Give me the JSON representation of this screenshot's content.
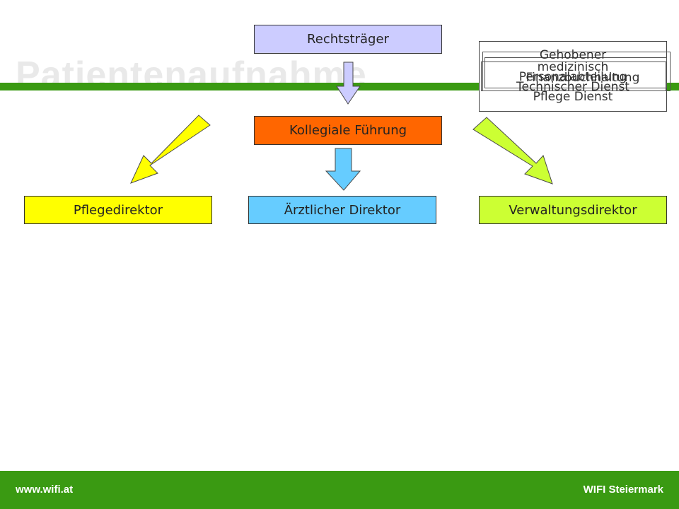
{
  "slide": {
    "background_title": "Patientenaufnahme",
    "accent_color": "#3a9a12"
  },
  "diagram": {
    "top_node": {
      "label": "Rechtsträger",
      "color": "#ccccff"
    },
    "middle_node": {
      "label": "Kollegiale Führung",
      "color": "#ff6600"
    },
    "children": [
      {
        "label": "Pflegedirektor",
        "color": "#ffff00"
      },
      {
        "label": "Ärztlicher Direktor",
        "color": "#66ccff"
      },
      {
        "label": "Verwaltungsdirektor",
        "color": "#ccff33"
      }
    ],
    "arrow_colors": {
      "top": "#ccccff",
      "left": "#ffff00",
      "center": "#66ccff",
      "right": "#ccff33"
    }
  },
  "overlay_panel": {
    "heading_top": "Gehobener",
    "heading_mid": "medizinisch",
    "line_a": "Personalabteilung",
    "line_b": "Finanzbuchhaltung",
    "line_c": "Technischer Dienst",
    "heading_bottom": "Pflege Dienst"
  },
  "footer": {
    "left_text": "www.wifi.at",
    "right_text": "WIFI Steiermark"
  }
}
